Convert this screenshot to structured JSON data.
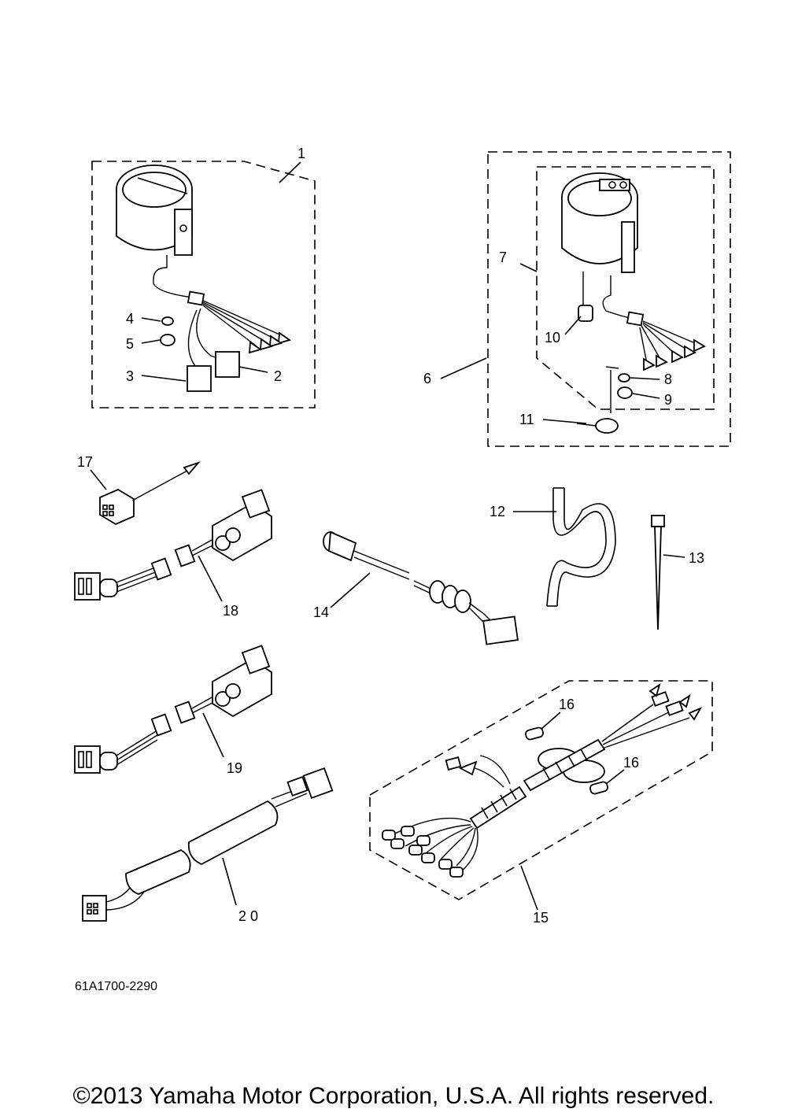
{
  "diagram": {
    "callouts": {
      "c1": "1",
      "c2": "2",
      "c3": "3",
      "c4": "4",
      "c5": "5",
      "c6": "6",
      "c7": "7",
      "c8": "8",
      "c9": "9",
      "c10": "10",
      "c11": "11",
      "c12": "12",
      "c13": "13",
      "c14": "14",
      "c15": "15",
      "c16a": "16",
      "c16b": "16",
      "c17": "17",
      "c18": "18",
      "c19": "19",
      "c20": "2 0"
    },
    "drawing_code": "61A1700-2290",
    "copyright": "©2013 Yamaha Motor Corporation, U.S.A. All rights reserved."
  }
}
